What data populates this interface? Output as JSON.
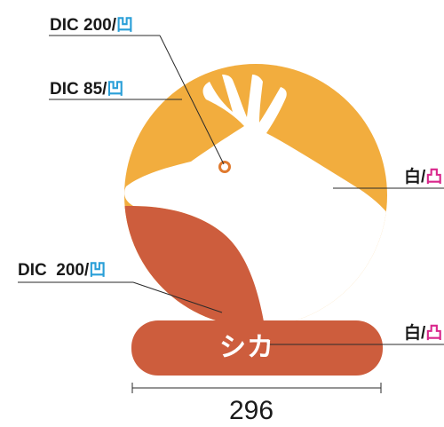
{
  "colors": {
    "orange": "#f2ad3e",
    "terracotta": "#cd5d3d",
    "white": "#ffffff",
    "eye_ring": "#e07a2e",
    "leader_line": "#2a2a2a",
    "concave_mark": "#2a9fd8",
    "convex_mark": "#d9278c"
  },
  "callouts": [
    {
      "id": "dic200-top",
      "text": "DIC 200/",
      "mark": "凹",
      "mark_type": "concave"
    },
    {
      "id": "dic85",
      "text": "DIC 85/",
      "mark": "凹",
      "mark_type": "concave"
    },
    {
      "id": "white-right",
      "text": "白/",
      "mark": "凸",
      "mark_type": "convex"
    },
    {
      "id": "dic200-left",
      "text": "DIC  200/",
      "mark": "凹",
      "mark_type": "concave"
    },
    {
      "id": "white-bottom",
      "text": "白/",
      "mark": "凸",
      "mark_type": "convex"
    }
  ],
  "sign": {
    "name": "シカ",
    "icon": "deer-icon"
  },
  "dimension": {
    "width_value": "296"
  }
}
